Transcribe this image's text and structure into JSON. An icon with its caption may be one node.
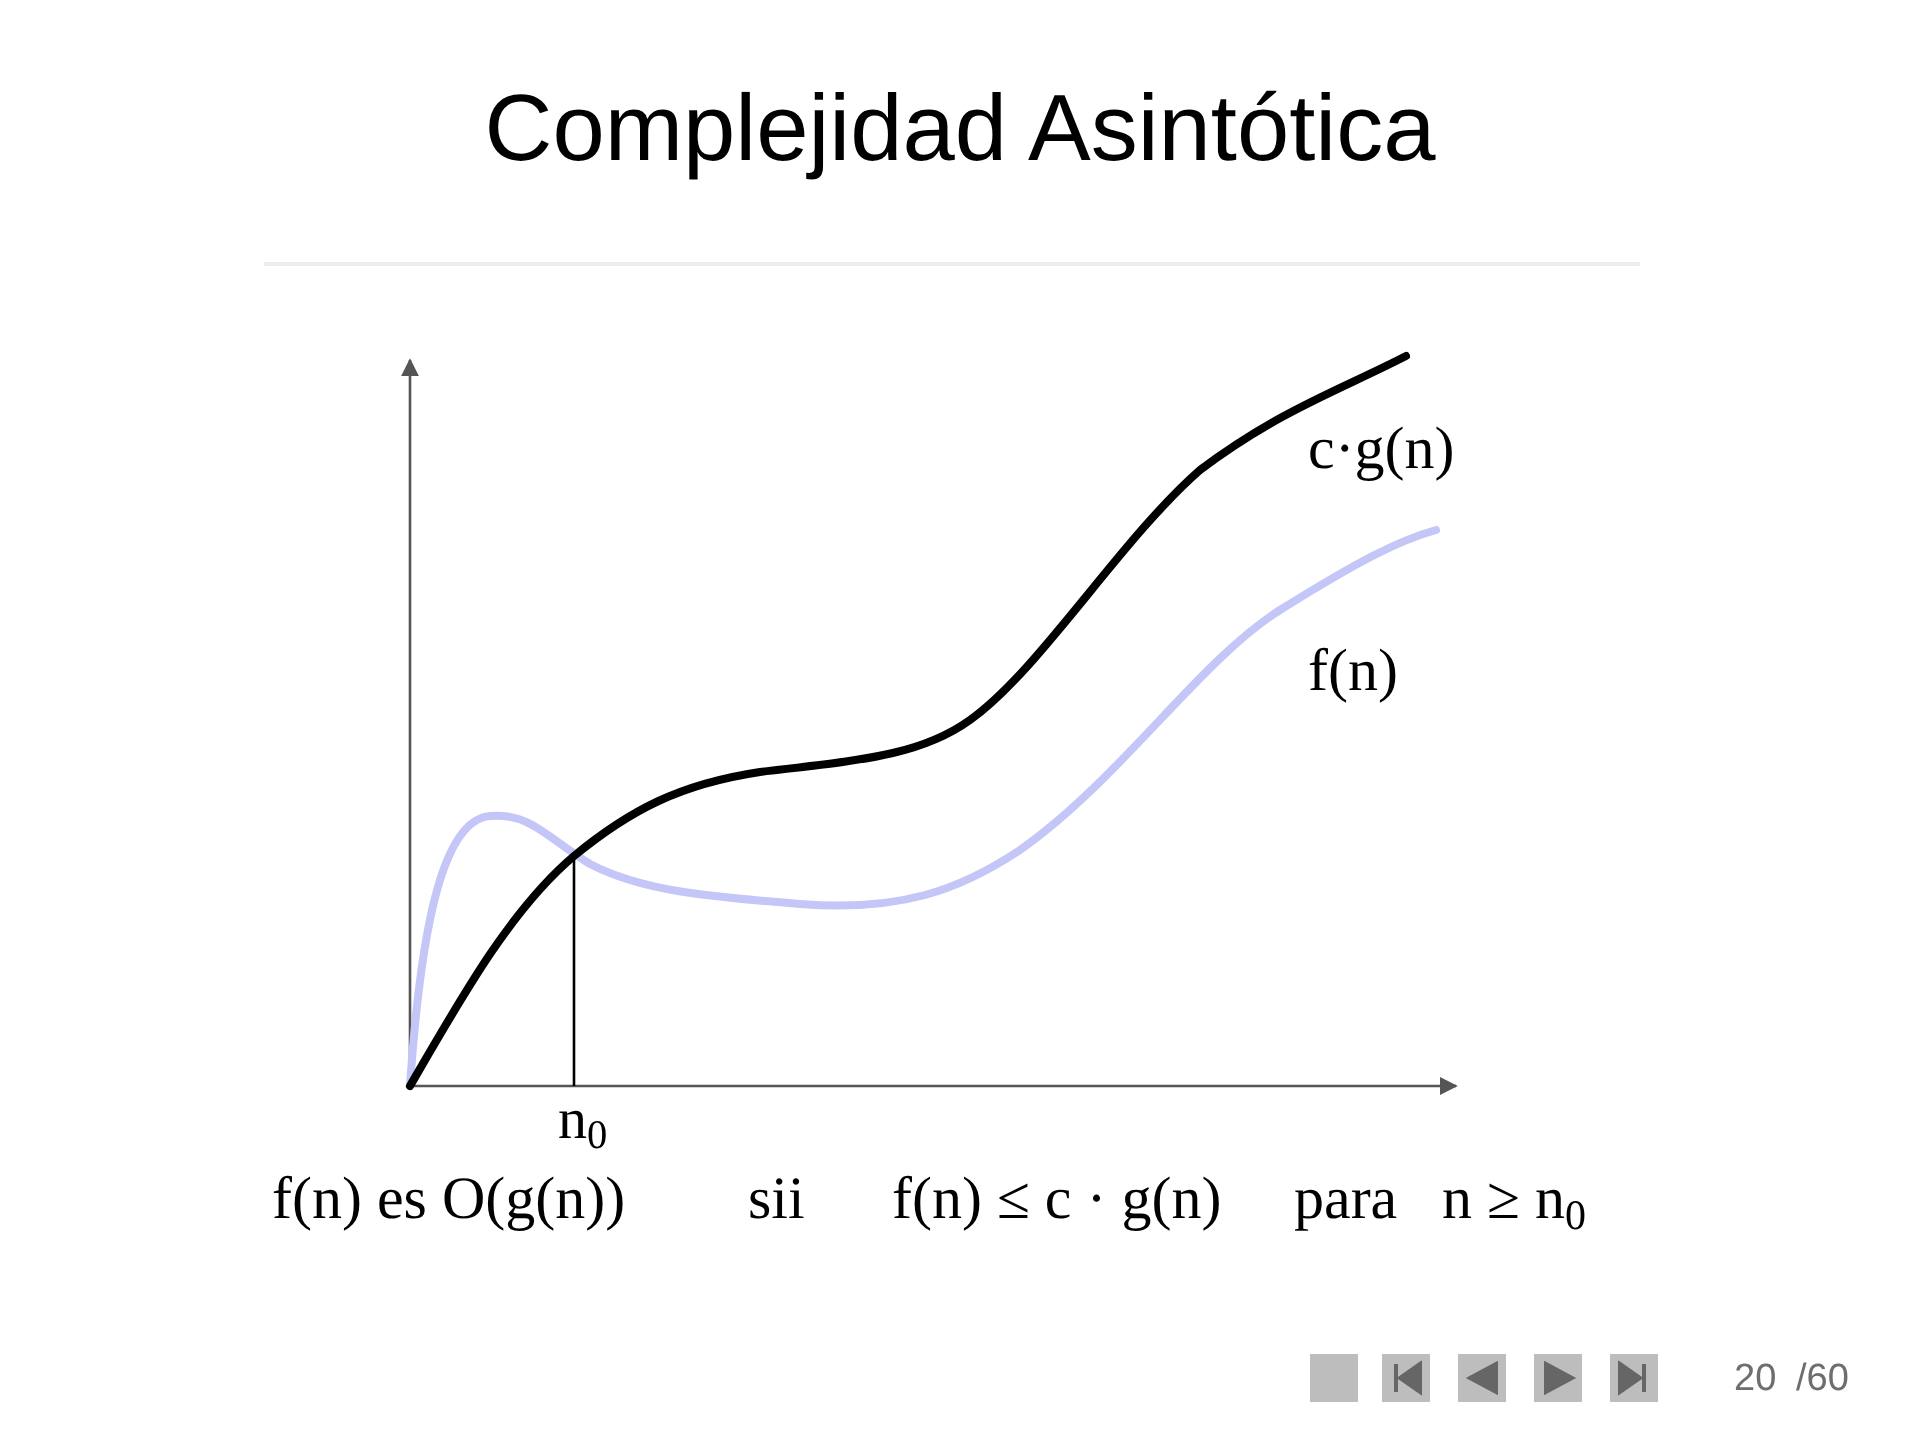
{
  "diagram": {
    "title": "Complejidad Asintótica",
    "labels": [
      "c·g(n)",
      "f(n)",
      "n$_{0}$",
      "f(n) es O(g(n))",
      "sii",
      "f(n) ≤ c · g(n)",
      "para",
      "n ≥ n$_{0}$",
      "20",
      "/60"
    ]
  }
}
